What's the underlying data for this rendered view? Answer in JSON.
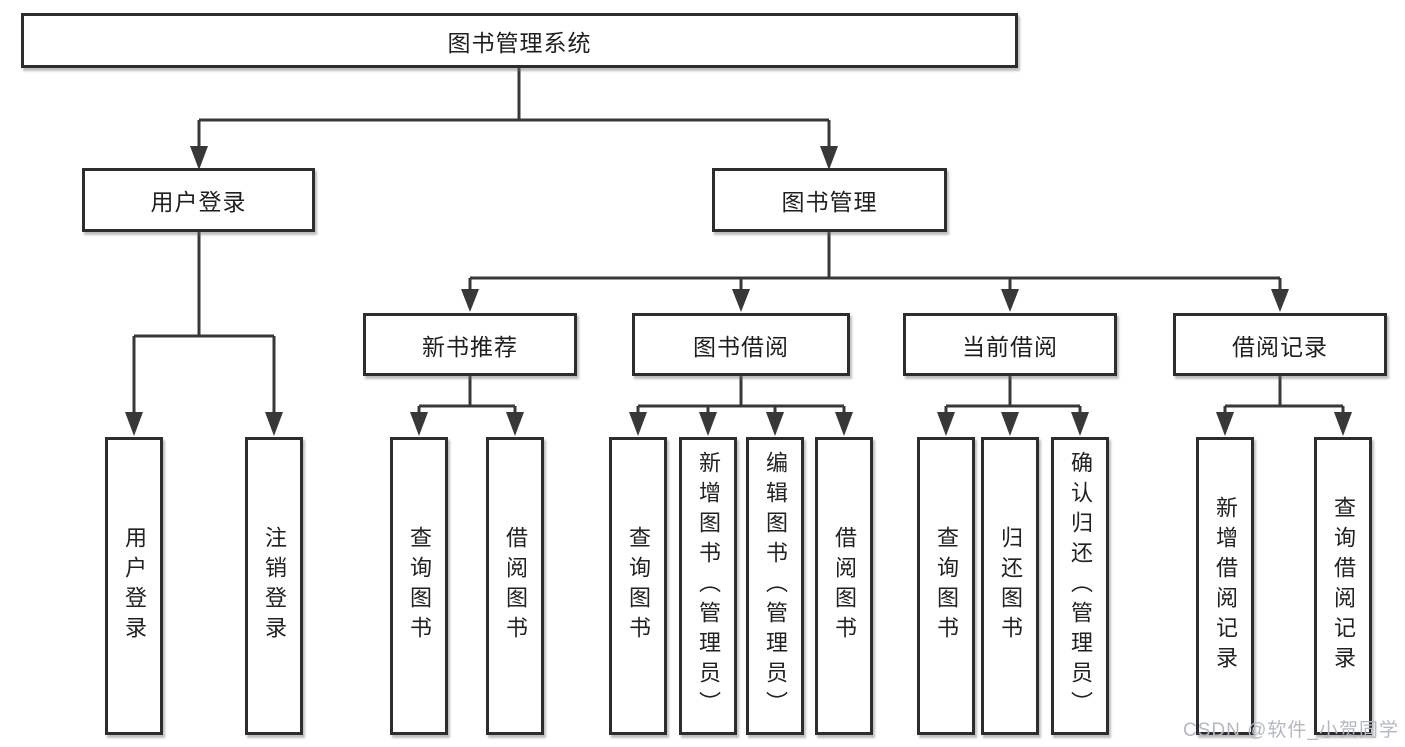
{
  "tree": {
    "root": {
      "label": "图书管理系统"
    },
    "children": [
      {
        "label": "用户登录",
        "children": [
          {
            "label": "用户登录"
          },
          {
            "label": "注销登录"
          }
        ]
      },
      {
        "label": "图书管理",
        "children": [
          {
            "label": "新书推荐",
            "children": [
              {
                "label": "查询图书"
              },
              {
                "label": "借阅图书"
              }
            ]
          },
          {
            "label": "图书借阅",
            "children": [
              {
                "label": "查询图书"
              },
              {
                "label": "新增图书（管理员）"
              },
              {
                "label": "编辑图书（管理员）"
              },
              {
                "label": "借阅图书"
              }
            ]
          },
          {
            "label": "当前借阅",
            "children": [
              {
                "label": "查询图书"
              },
              {
                "label": "归还图书"
              },
              {
                "label": "确认归还（管理员）"
              }
            ]
          },
          {
            "label": "借阅记录",
            "children": [
              {
                "label": "新增借阅记录"
              },
              {
                "label": "查询借阅记录"
              }
            ]
          }
        ]
      }
    ]
  },
  "watermark": {
    "text": "CSDN @软件_小贺同学"
  },
  "colors": {
    "line": "#383838",
    "box_border": "#2d2d2d",
    "text": "#1f1f1f",
    "watermark": "#b4b9c0",
    "background": "#ffffff"
  }
}
